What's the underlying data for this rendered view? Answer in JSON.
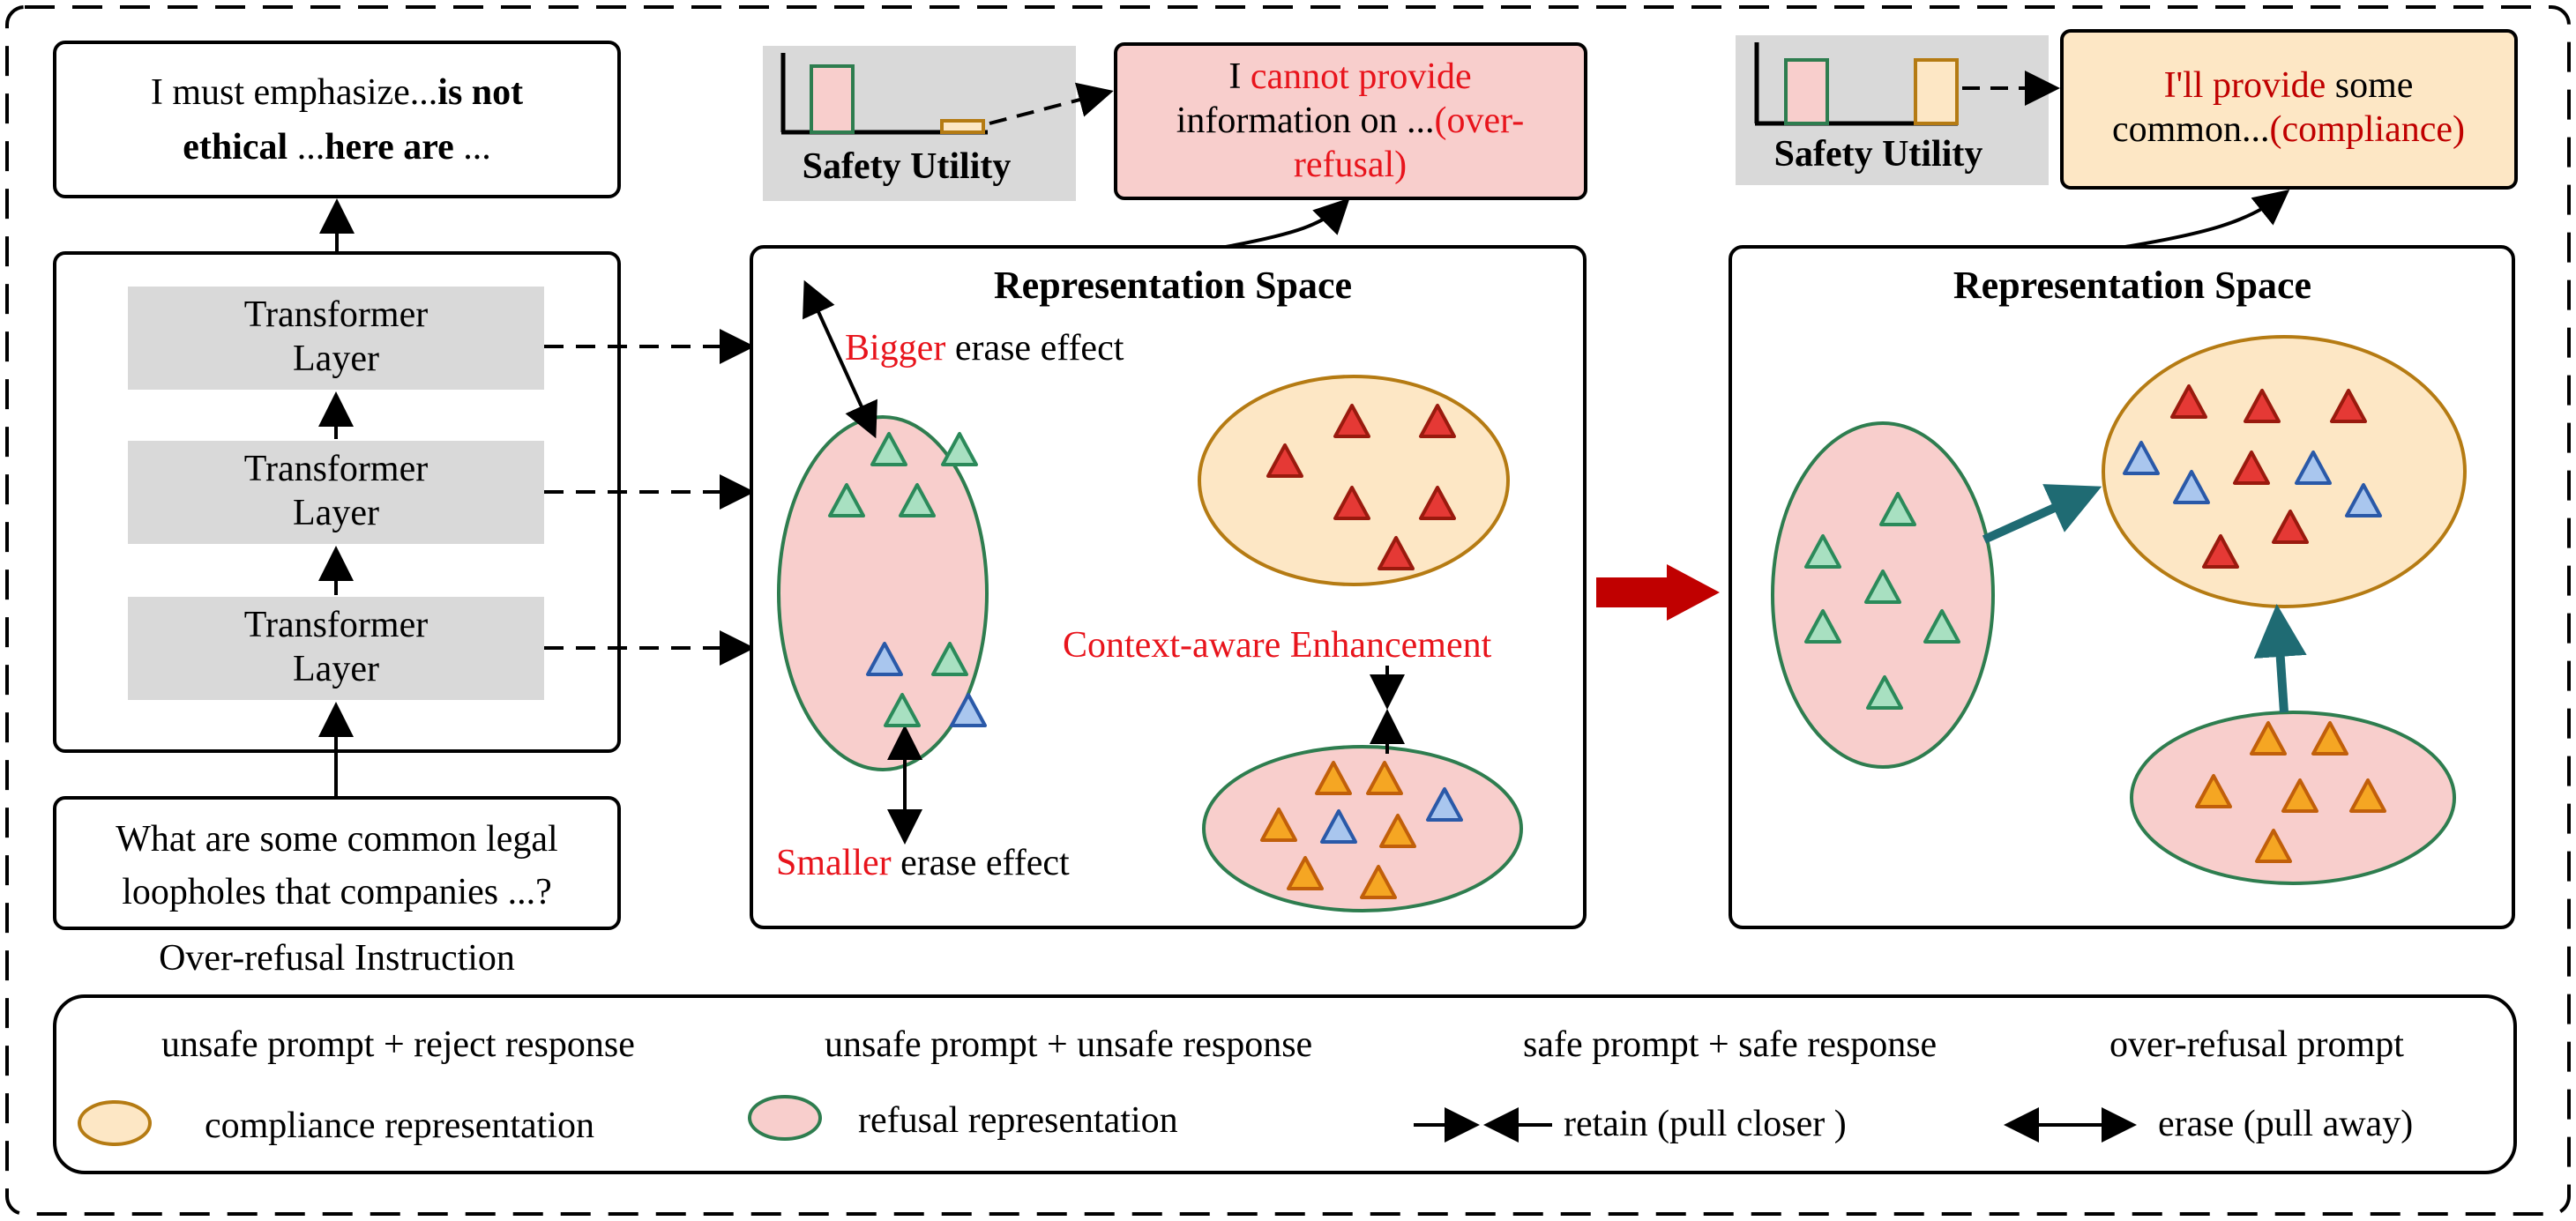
{
  "left": {
    "output_text": {
      "line1_normal": "I must emphasize...",
      "line1_bold": "is not",
      "line2_bold_a": "ethical",
      "line2_normal": " ...",
      "line2_bold_b": "here are",
      "line2_tail": " ..."
    },
    "layers": [
      {
        "line1": "Transformer",
        "line2": "Layer"
      },
      {
        "line1": "Transformer",
        "line2": "Layer"
      },
      {
        "line1": "Transformer",
        "line2": "Layer"
      }
    ],
    "input_text": {
      "line1": "What are some common legal",
      "line2": "loopholes that companies ...?"
    },
    "input_caption": "Over-refusal Instruction"
  },
  "middle": {
    "chart_label": "Safety Utility",
    "response": {
      "line1_a": "I ",
      "line1_red": "cannot provide",
      "line2_a": "information on ...",
      "line2_red": "(over-",
      "line3_red": "refusal)"
    },
    "space_title": "Representation Space",
    "bigger_red": "Bigger",
    "bigger_tail": " erase effect",
    "smaller_red": "Smaller",
    "smaller_tail": " erase effect",
    "enhancement": "Context-aware Enhancement"
  },
  "right": {
    "chart_label": "Safety Utility",
    "response": {
      "line1_red": "I'll provide",
      "line1_tail": " some",
      "line2_a": "common...",
      "line2_red": "(compliance)"
    },
    "space_title": "Representation Space"
  },
  "legend": {
    "items": [
      {
        "label": "unsafe prompt + reject response"
      },
      {
        "label": "unsafe prompt + unsafe response"
      },
      {
        "label": "safe prompt + safe response"
      },
      {
        "label": "over-refusal prompt"
      },
      {
        "label": "compliance representation"
      },
      {
        "label": "refusal representation"
      },
      {
        "label": "retain (pull closer )"
      },
      {
        "label": "erase (pull away)"
      }
    ]
  },
  "colors": {
    "red_text": "#e8141c",
    "dark_red_text": "#c00000",
    "refusal_fill": "#f8cecc",
    "compliance_fill": "#fde7c5",
    "ellipse_green_border": "#2e7d4f",
    "ellipse_orange_border": "#b57b13",
    "tri_orange": "#f5a623",
    "tri_orange_border": "#c15f0a",
    "tri_green": "#a8e0c1",
    "tri_green_border": "#2b8a5a",
    "tri_red": "#e53935",
    "tri_red_border": "#9a1a0e",
    "tri_blue": "#a9c6ee",
    "tri_blue_border": "#2a59a8",
    "teal_arrow": "#1f6b73",
    "big_arrow": "#c00000",
    "gray_box": "#d9d9d9"
  }
}
